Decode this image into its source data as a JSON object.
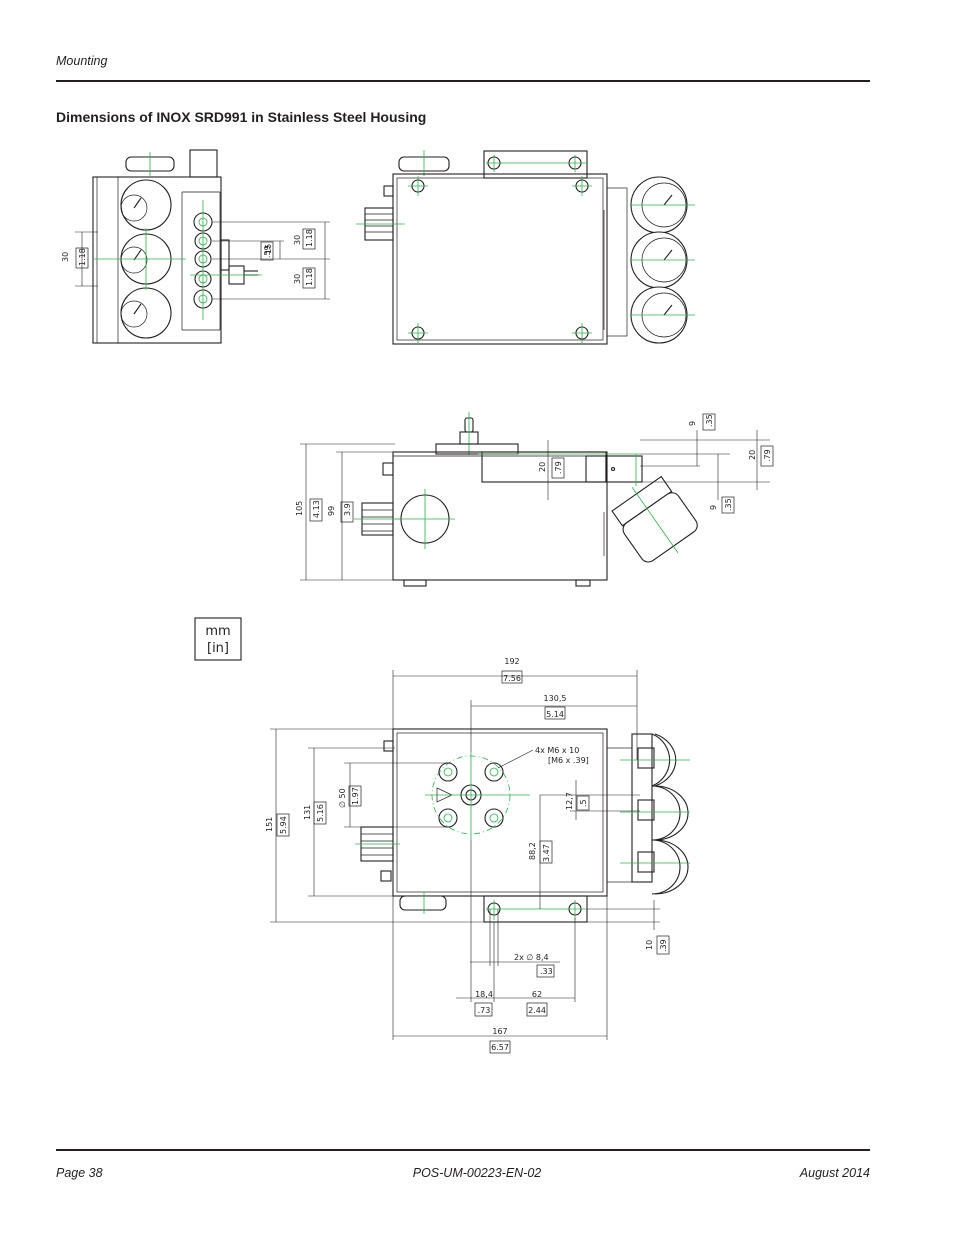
{
  "header": {
    "section": "Mounting"
  },
  "title": "Dimensions of INOX SRD991 in Stainless Steel Housing",
  "units": {
    "mm": "mm",
    "in": "[in]"
  },
  "view1_dims": {
    "d30a": "30",
    "d30a_in": "1.18",
    "d30b": "30",
    "d30b_in": "1.18",
    "d15": "15",
    "d15_in": ".59",
    "d30c": "30",
    "d30c_in": "1.18"
  },
  "view3_dims": {
    "d9a": "9",
    "d9a_in": ".35",
    "d20a": "20",
    "d20a_in": ".79",
    "d20b": "20",
    "d20b_in": ".79",
    "d9b": "9",
    "d9b_in": ".35",
    "d105": "105",
    "d105_in": "4.13",
    "d99": "99",
    "d99_in": "3.9"
  },
  "view4_dims": {
    "d192": "192",
    "d192_in": "7.56",
    "d1305": "130,5",
    "d1305_in": "5.14",
    "screw_a": "4x   M6  x  10",
    "screw_b": "[M6  x  .39]",
    "d151": "151",
    "d151_in": "5.94",
    "d131": "131",
    "d131_in": "5.16",
    "d50": "∅  50",
    "d50_in": "1.97",
    "d127": "12,7",
    "d127_in": ".5",
    "d882": "88,2",
    "d882_in": "3.47",
    "d10": "10",
    "d10_in": ".39",
    "d84": "2x   ∅   8,4",
    "d84_in": ".33",
    "d184": "18,4",
    "d184_in": ".73",
    "d62": "62",
    "d62_in": "2.44",
    "d167": "167",
    "d167_in": "6.57"
  },
  "footer": {
    "page": "Page 38",
    "doc_id": "POS-UM-00223-EN-02",
    "date": "August 2014"
  }
}
